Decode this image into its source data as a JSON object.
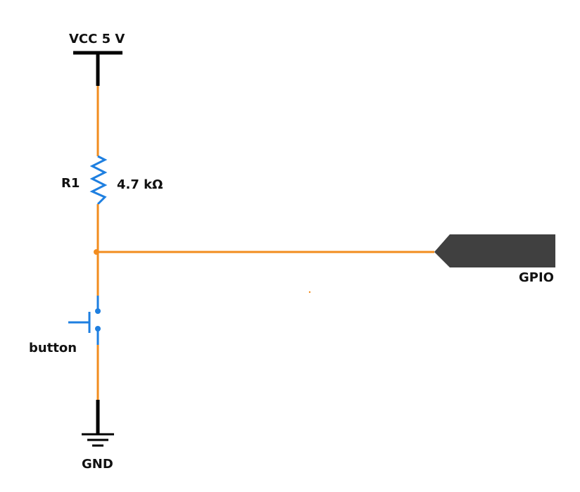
{
  "diagram": {
    "labels": {
      "vcc": "VCC 5 V",
      "resistor_name": "R1",
      "resistor_value": "4.7 kΩ",
      "gpio": "GPIO",
      "button": "button",
      "gnd": "GND"
    },
    "colors": {
      "wire": "#f28c1e",
      "component": "#1e7fe0",
      "rail": "#000000",
      "gpio_connector": "#404040",
      "text": "#111111"
    }
  }
}
